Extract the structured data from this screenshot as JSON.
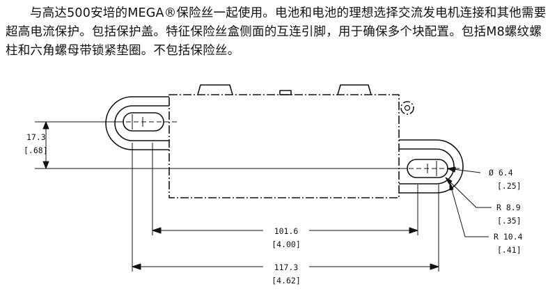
{
  "description": "与高达500安培的MEGA®保险丝一起使用。电池和电池的理想选择交流发电机连接和其他需要超高电流保护。包括保护盖。特征保险丝盒侧面的互连引脚，用于确保多个块配置。包括M8螺纹螺柱和六角螺母带锁紧垫圈。不包括保险丝。",
  "dimensions": {
    "height_mm": "17.3",
    "height_in": "[.68]",
    "diameter_mm": "Ø 6.4",
    "diameter_in": "[.25]",
    "r1_mm": "R 8.9",
    "r1_in": "[.35]",
    "r2_mm": "R 10.4",
    "r2_in": "[.41]",
    "inner_mm": "101.6",
    "inner_in": "[4.00]",
    "overall_mm": "117.3",
    "overall_in": "[4.62]"
  }
}
